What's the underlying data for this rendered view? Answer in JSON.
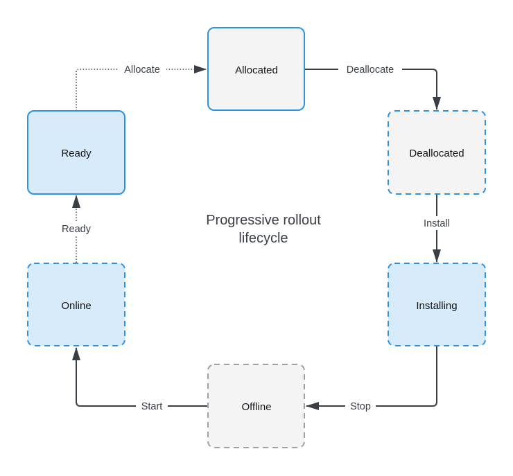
{
  "diagram": {
    "title_lines": [
      "Progressive rollout",
      "lifecycle"
    ],
    "colors": {
      "blue_stroke": "#2b93e6",
      "blue_fill": "#d8ebfb",
      "gray_fill": "#f4f4f5",
      "gray_stroke": "#9ca0a8",
      "edge": "#3a3f47"
    },
    "nodes": [
      {
        "id": "allocated",
        "label": "Allocated",
        "fill": "gray",
        "stroke": "blue",
        "dashed": false
      },
      {
        "id": "deallocated",
        "label": "Deallocated",
        "fill": "gray",
        "stroke": "blue",
        "dashed": true
      },
      {
        "id": "installing",
        "label": "Installing",
        "fill": "blue",
        "stroke": "blue",
        "dashed": true
      },
      {
        "id": "offline",
        "label": "Offline",
        "fill": "gray",
        "stroke": "gray",
        "dashed": true
      },
      {
        "id": "online",
        "label": "Online",
        "fill": "blue",
        "stroke": "blue",
        "dashed": true
      },
      {
        "id": "ready",
        "label": "Ready",
        "fill": "blue",
        "stroke": "blue",
        "dashed": false
      }
    ],
    "edges": [
      {
        "from": "ready",
        "to": "allocated",
        "label": "Allocate",
        "style": "dotted"
      },
      {
        "from": "allocated",
        "to": "deallocated",
        "label": "Deallocate",
        "style": "solid"
      },
      {
        "from": "deallocated",
        "to": "installing",
        "label": "Install",
        "style": "solid"
      },
      {
        "from": "installing",
        "to": "offline",
        "label": "Stop",
        "style": "solid"
      },
      {
        "from": "offline",
        "to": "online",
        "label": "Start",
        "style": "solid"
      },
      {
        "from": "online",
        "to": "ready",
        "label": "Ready",
        "style": "dotted"
      }
    ]
  }
}
